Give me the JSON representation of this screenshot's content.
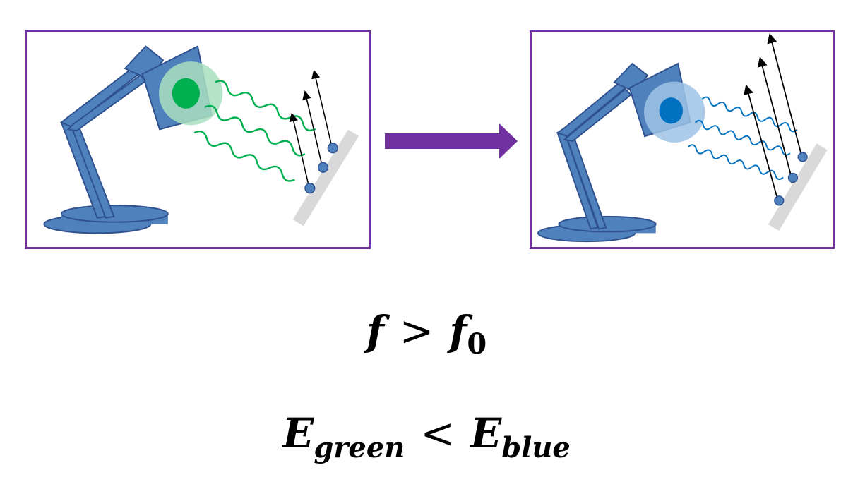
{
  "colors": {
    "frame": "#7030a0",
    "arrow": "#7030a0",
    "lamp": "#4f81bd",
    "lamp_outline": "#2f528f",
    "green_light": "#00b050",
    "green_glow": "#a9dfbf",
    "blue_light": "#0070c0",
    "blue_glow": "#9dc3e6",
    "plate": "#d9d9d9",
    "electron": "#4f81bd"
  },
  "icons": {
    "left_lamp": "desk-lamp-icon",
    "right_lamp": "desk-lamp-icon",
    "arrow": "right-arrow-icon"
  },
  "equations": {
    "eq1": {
      "lhs": "f",
      "op": ">",
      "rhs": "f",
      "rhs_sub": "0"
    },
    "eq2": {
      "lhs": "E",
      "lhs_sub": "green",
      "op": "<",
      "rhs": "E",
      "rhs_sub": "blue"
    }
  }
}
